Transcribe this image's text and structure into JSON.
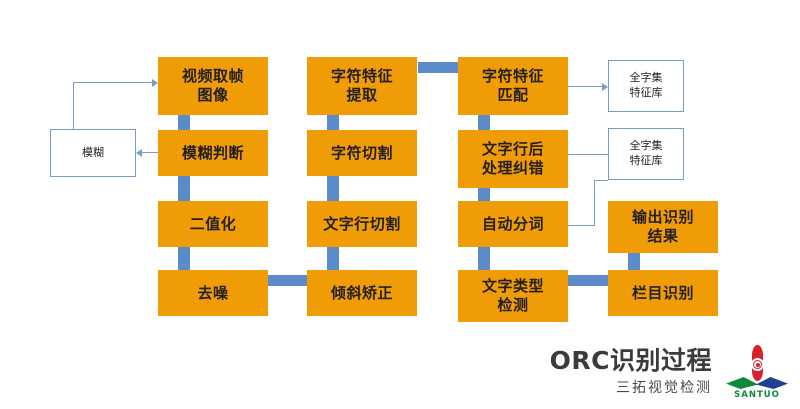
{
  "diagram": {
    "title": "ORC识别过程",
    "subtitle": "三拓视觉检测",
    "logo_text": "SANTUO",
    "colors": {
      "process_fill": "#ef9c06",
      "connector": "#5b8bc8",
      "line": "#7a9bc4",
      "store_border": "#7a9bc4",
      "logo_red": "#d8232a",
      "logo_green": "#0b8a3d",
      "logo_blue": "#1f3f8f"
    },
    "columns": [
      {
        "name": "preprocessing",
        "boxes": [
          {
            "label": "视频取帧\n图像",
            "line1": "视频取帧",
            "line2": "图像"
          },
          {
            "label": "模糊判断",
            "line1": "模糊判断",
            "line2": ""
          },
          {
            "label": "二值化",
            "line1": "二值化",
            "line2": ""
          },
          {
            "label": "去噪",
            "line1": "去噪",
            "line2": ""
          }
        ]
      },
      {
        "name": "segmentation",
        "boxes": [
          {
            "label": "字符特征\n提取",
            "line1": "字符特征",
            "line2": "提取"
          },
          {
            "label": "字符切割",
            "line1": "字符切割",
            "line2": ""
          },
          {
            "label": "文字行切割",
            "line1": "文字行切割",
            "line2": ""
          },
          {
            "label": "倾斜矫正",
            "line1": "倾斜矫正",
            "line2": ""
          }
        ]
      },
      {
        "name": "recognition",
        "boxes": [
          {
            "label": "字符特征\n匹配",
            "line1": "字符特征",
            "line2": "匹配"
          },
          {
            "label": "文字行后\n处理纠错",
            "line1": "文字行后",
            "line2": "处理纠错"
          },
          {
            "label": "自动分词",
            "line1": "自动分词",
            "line2": ""
          },
          {
            "label": "文字类型\n检测",
            "line1": "文字类型",
            "line2": "检测"
          }
        ]
      },
      {
        "name": "output",
        "boxes": [
          {
            "label": "输出识别\n结果",
            "line1": "输出识别",
            "line2": "结果"
          },
          {
            "label": "栏目识别",
            "line1": "栏目识别",
            "line2": ""
          }
        ]
      }
    ],
    "stores": [
      {
        "name": "blur-store",
        "line1": "模糊",
        "line2": ""
      },
      {
        "name": "charset-feature-store-1",
        "line1": "全字集",
        "line2": "特征库"
      },
      {
        "name": "charset-feature-store-2",
        "line1": "全字集",
        "line2": "特征库"
      }
    ]
  }
}
